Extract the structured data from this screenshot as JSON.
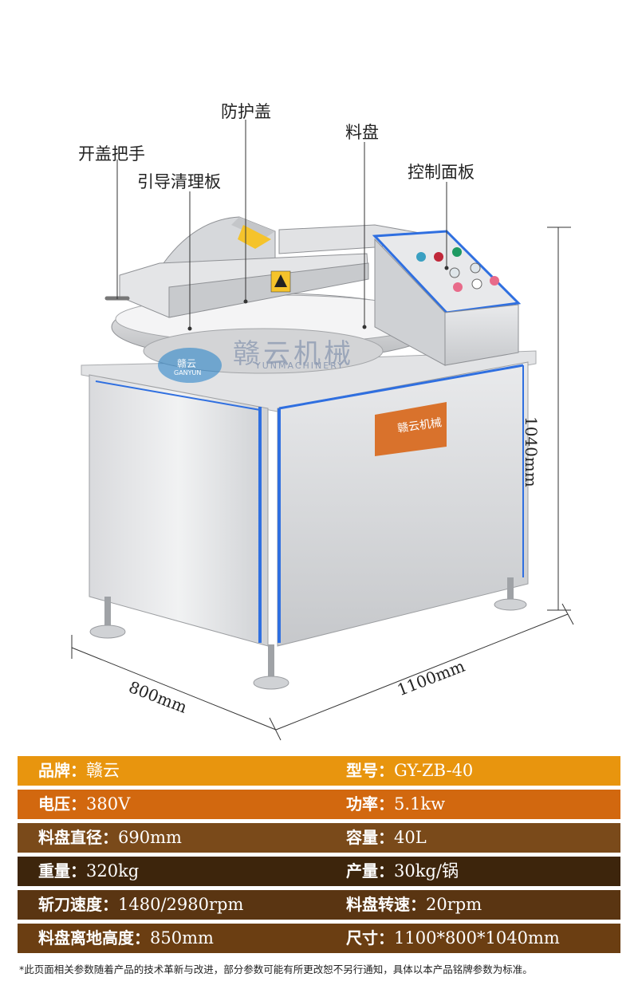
{
  "callouts": {
    "lid": "防护盖",
    "bowl": "料盘",
    "handle": "开盖把手",
    "guide": "引导清理板",
    "panel": "控制面板"
  },
  "dimensions": {
    "height": "1040mm",
    "length": "1100mm",
    "width": "800mm"
  },
  "logo": {
    "watermark_cn": "赣云机械",
    "watermark_en": "YUNMACHINERY",
    "badge_text": "赣云",
    "badge_en": "GANYUN",
    "plate_cn": "赣云机械"
  },
  "specs": [
    {
      "color": "#e8950e",
      "left_label": "品牌：",
      "left_value": "赣云",
      "right_label": "型号：",
      "right_value": "GY-ZB-40"
    },
    {
      "color": "#d2680f",
      "left_label": "电压：",
      "left_value": "380V",
      "right_label": "功率：",
      "right_value": "5.1kw"
    },
    {
      "color": "#7a4a1a",
      "left_label": "料盘直径：",
      "left_value": "690mm",
      "right_label": "容量：",
      "right_value": "40L"
    },
    {
      "color": "#3d250c",
      "left_label": "重量：",
      "left_value": "320kg",
      "right_label": "产量：",
      "right_value": "30kg/锅"
    },
    {
      "color": "#5a3512",
      "left_label": "斩刀速度：",
      "left_value": "1480/2980rpm",
      "right_label": "料盘转速：",
      "right_value": "20rpm"
    },
    {
      "color": "#6b3e12",
      "left_label": "料盘离地高度：",
      "left_value": "850mm",
      "right_label": "尺寸：",
      "right_value": "1100*800*1040mm"
    }
  ],
  "footnote": "*此页面相关参数随着产品的技术革新与改进，部分参数可能有所更改恕不另行通知，具体以本产品铭牌参数为标准。"
}
